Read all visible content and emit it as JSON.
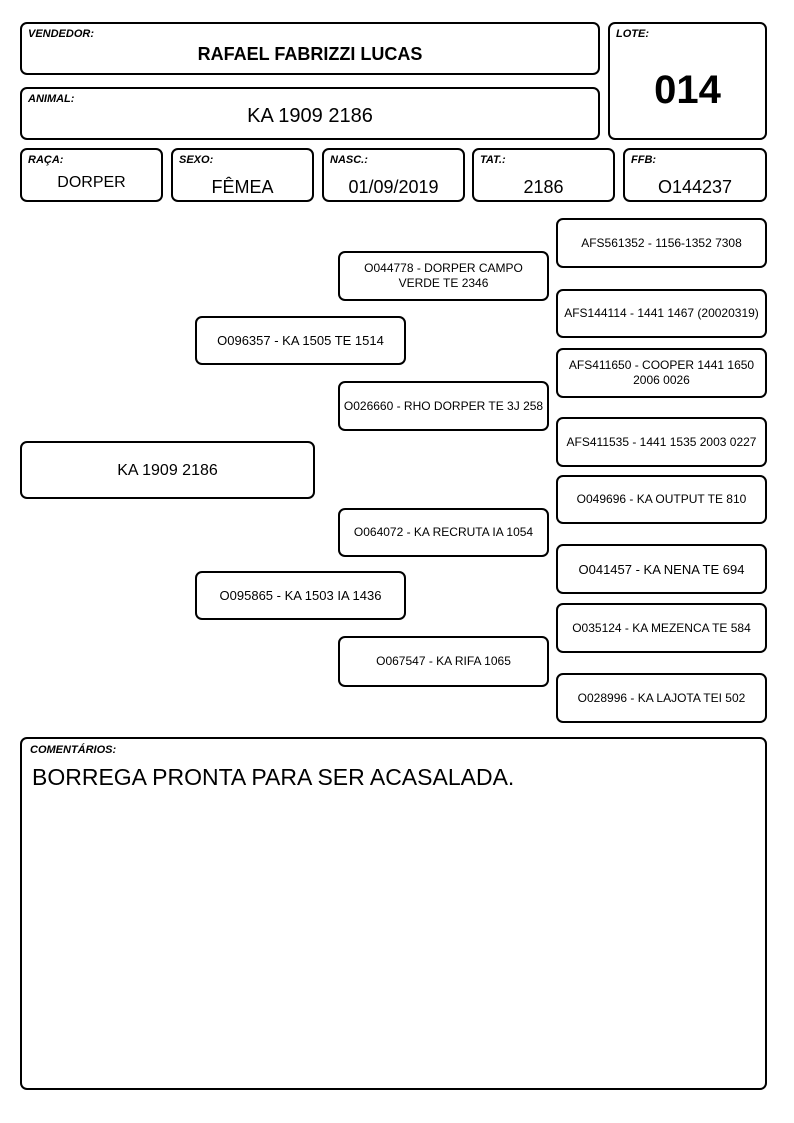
{
  "header": {
    "vendedor_label": "VENDEDOR:",
    "vendedor": "RAFAEL FABRIZZI LUCAS",
    "lote_label": "LOTE:",
    "lote": "014",
    "animal_label": "ANIMAL:",
    "animal": "KA 1909 2186"
  },
  "info": {
    "raca_label": "RAÇA:",
    "raca": "DORPER",
    "sexo_label": "SEXO:",
    "sexo": "FÊMEA",
    "nasc_label": "NASC.:",
    "nasc": "01/09/2019",
    "tat_label": "TAT.:",
    "tat": "2186",
    "ffb_label": "FFB:",
    "ffb": "O144237"
  },
  "pedigree": {
    "animal": "KA 1909 2186",
    "sire": "O096357 - KA 1505 TE 1514",
    "dam": "O095865 - KA 1503 IA 1436",
    "sire_sire": "O044778 - DORPER CAMPO VERDE TE 2346",
    "sire_dam": "O026660 - RHO DORPER TE 3J 258",
    "dam_sire": "O064072 - KA RECRUTA IA 1054",
    "dam_dam": "O067547 - KA RIFA 1065",
    "ggp1": "AFS561352 - 1156-1352 7308",
    "ggp2": "AFS144114 - 1441 1467 (20020319)",
    "ggp3": "AFS411650 - COOPER 1441 1650 2006 0026",
    "ggp4": "AFS411535 - 1441 1535 2003 0227",
    "ggp5": "O049696 - KA OUTPUT TE 810",
    "ggp6": "O041457 - KA NENA TE 694",
    "ggp7": "O035124 - KA MEZENCA TE 584",
    "ggp8": "O028996 - KA LAJOTA TEI 502"
  },
  "comments": {
    "label": "COMENTÁRIOS:",
    "text": "BORREGA PRONTA PARA SER ACASALADA."
  }
}
